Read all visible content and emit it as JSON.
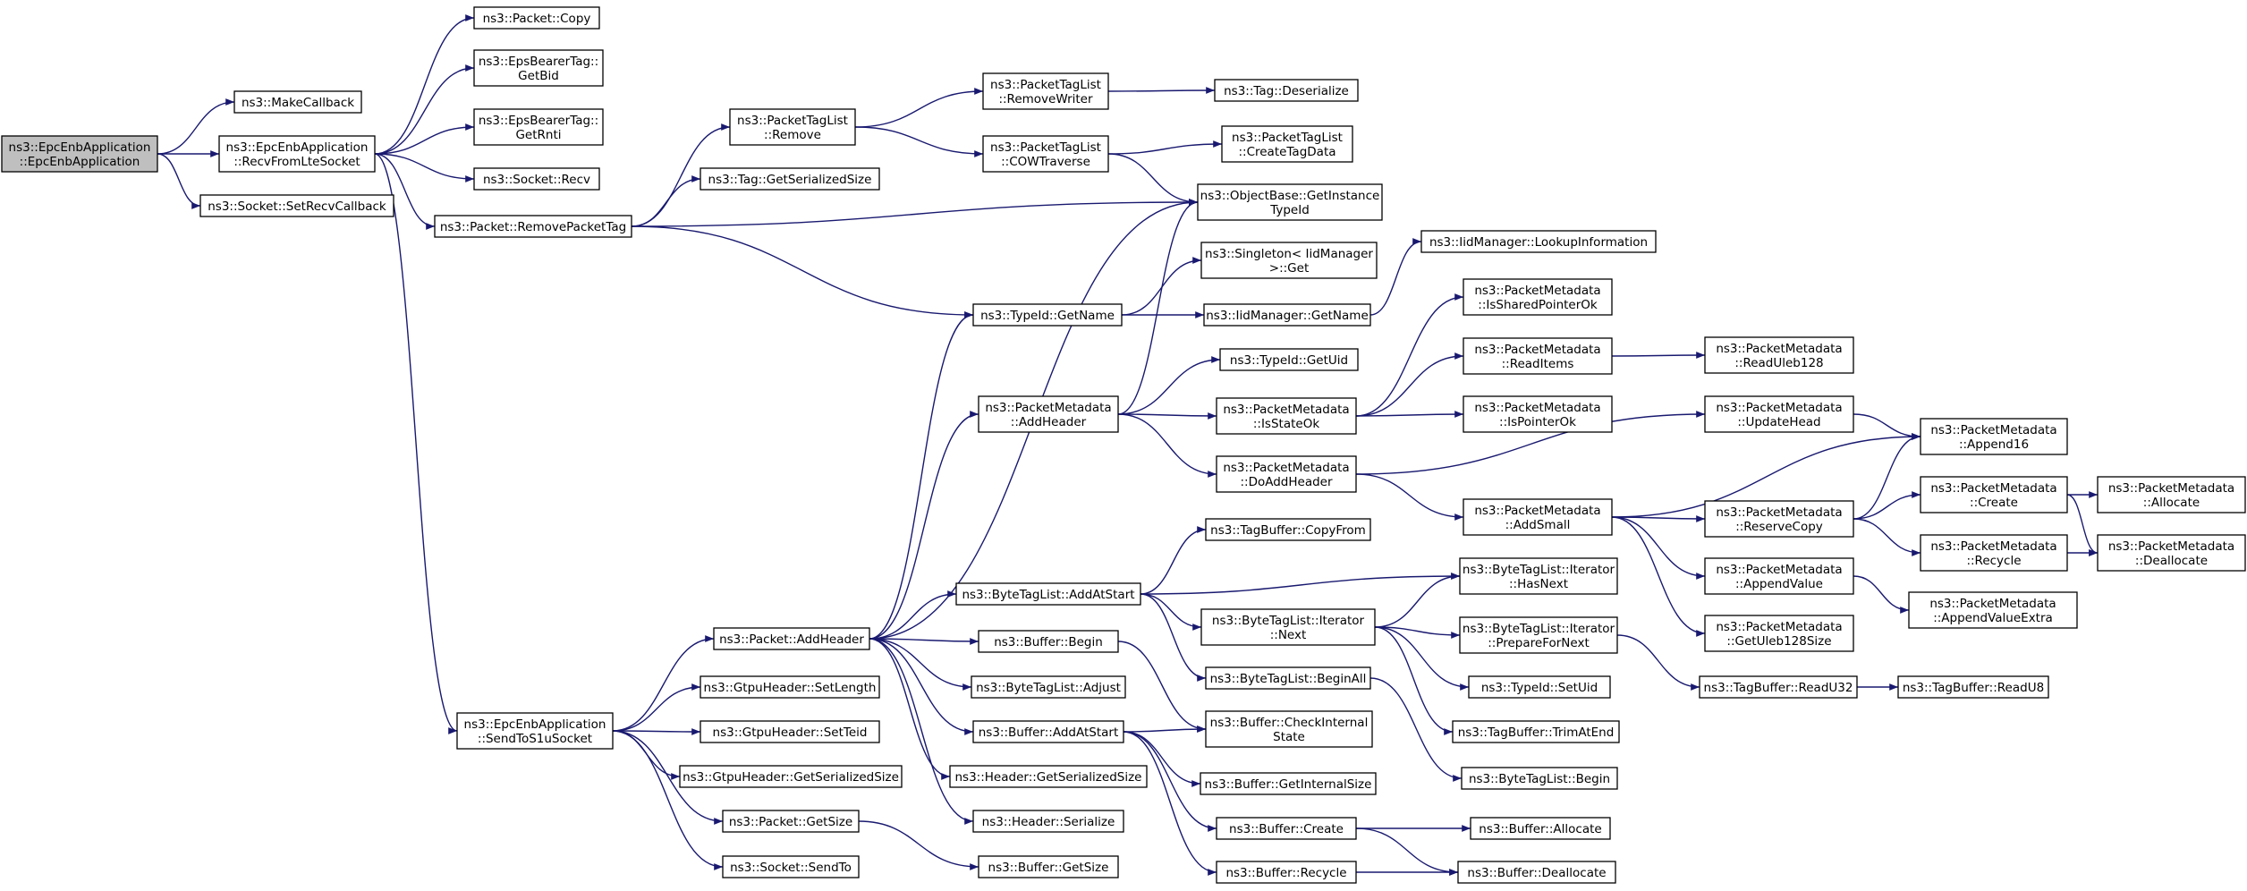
{
  "nodes": [
    {
      "id": "root",
      "lines": [
        "ns3::EpcEnbApplication",
        "::EpcEnbApplication"
      ],
      "root": true
    },
    {
      "id": "makecb",
      "lines": [
        "ns3::MakeCallback"
      ]
    },
    {
      "id": "recvlte",
      "lines": [
        "ns3::EpcEnbApplication",
        "::RecvFromLteSocket"
      ]
    },
    {
      "id": "setrecvcb",
      "lines": [
        "ns3::Socket::SetRecvCallback"
      ]
    },
    {
      "id": "pktcopy",
      "lines": [
        "ns3::Packet::Copy"
      ]
    },
    {
      "id": "getbid",
      "lines": [
        "ns3::EpsBearerTag::",
        "GetBid"
      ]
    },
    {
      "id": "getrnti",
      "lines": [
        "ns3::EpsBearerTag::",
        "GetRnti"
      ]
    },
    {
      "id": "sockrecv",
      "lines": [
        "ns3::Socket::Recv"
      ]
    },
    {
      "id": "removepkttag",
      "lines": [
        "ns3::Packet::RemovePacketTag"
      ]
    },
    {
      "id": "sends1u",
      "lines": [
        "ns3::EpcEnbApplication",
        "::SendToS1uSocket"
      ]
    },
    {
      "id": "ptlremove",
      "lines": [
        "ns3::PacketTagList",
        "::Remove"
      ]
    },
    {
      "id": "taggetser",
      "lines": [
        "ns3::Tag::GetSerializedSize"
      ]
    },
    {
      "id": "ptlremovewriter",
      "lines": [
        "ns3::PacketTagList",
        "::RemoveWriter"
      ]
    },
    {
      "id": "ptlcow",
      "lines": [
        "ns3::PacketTagList",
        "::COWTraverse"
      ]
    },
    {
      "id": "tagdeser",
      "lines": [
        "ns3::Tag::Deserialize"
      ]
    },
    {
      "id": "ptlcreate",
      "lines": [
        "ns3::PacketTagList",
        "::CreateTagData"
      ]
    },
    {
      "id": "objgetinst",
      "lines": [
        "ns3::ObjectBase::GetInstance",
        "TypeId"
      ]
    },
    {
      "id": "typeidgetname",
      "lines": [
        "ns3::TypeId::GetName"
      ]
    },
    {
      "id": "singleton",
      "lines": [
        "ns3::Singleton< IidManager",
        "  >::Get"
      ]
    },
    {
      "id": "iidgetname",
      "lines": [
        "ns3::IidManager::GetName"
      ]
    },
    {
      "id": "iidlookup",
      "lines": [
        "ns3::IidManager::LookupInformation"
      ]
    },
    {
      "id": "pmaddheader",
      "lines": [
        "ns3::PacketMetadata",
        "::AddHeader"
      ]
    },
    {
      "id": "typeidgetuid",
      "lines": [
        "ns3::TypeId::GetUid"
      ]
    },
    {
      "id": "pmisstateok",
      "lines": [
        "ns3::PacketMetadata",
        "::IsStateOk"
      ]
    },
    {
      "id": "pmdoadd",
      "lines": [
        "ns3::PacketMetadata",
        "::DoAddHeader"
      ]
    },
    {
      "id": "pmisshared",
      "lines": [
        "ns3::PacketMetadata",
        "::IsSharedPointerOk"
      ]
    },
    {
      "id": "pmreaditems",
      "lines": [
        "ns3::PacketMetadata",
        "::ReadItems"
      ]
    },
    {
      "id": "pmispointer",
      "lines": [
        "ns3::PacketMetadata",
        "::IsPointerOk"
      ]
    },
    {
      "id": "pmreaduleb",
      "lines": [
        "ns3::PacketMetadata",
        "::ReadUleb128"
      ]
    },
    {
      "id": "pmupdatehead",
      "lines": [
        "ns3::PacketMetadata",
        "::UpdateHead"
      ]
    },
    {
      "id": "pmappend16",
      "lines": [
        "ns3::PacketMetadata",
        "::Append16"
      ]
    },
    {
      "id": "pmaddsmall",
      "lines": [
        "ns3::PacketMetadata",
        "::AddSmall"
      ]
    },
    {
      "id": "pmreservecopy",
      "lines": [
        "ns3::PacketMetadata",
        "::ReserveCopy"
      ]
    },
    {
      "id": "pmcreate",
      "lines": [
        "ns3::PacketMetadata",
        "::Create"
      ]
    },
    {
      "id": "pmallocate",
      "lines": [
        "ns3::PacketMetadata",
        "::Allocate"
      ]
    },
    {
      "id": "pmrecycle",
      "lines": [
        "ns3::PacketMetadata",
        "::Recycle"
      ]
    },
    {
      "id": "pmdealloc",
      "lines": [
        "ns3::PacketMetadata",
        "::Deallocate"
      ]
    },
    {
      "id": "pmappendvalue",
      "lines": [
        "ns3::PacketMetadata",
        "::AppendValue"
      ]
    },
    {
      "id": "pmappendvalueextra",
      "lines": [
        "ns3::PacketMetadata",
        "::AppendValueExtra"
      ]
    },
    {
      "id": "pmgetuleb",
      "lines": [
        "ns3::PacketMetadata",
        "::GetUleb128Size"
      ]
    },
    {
      "id": "tbcopyfrom",
      "lines": [
        "ns3::TagBuffer::CopyFrom"
      ]
    },
    {
      "id": "btladdatstart",
      "lines": [
        "ns3::ByteTagList::AddAtStart"
      ]
    },
    {
      "id": "btlithasnext",
      "lines": [
        "ns3::ByteTagList::Iterator",
        "::HasNext"
      ]
    },
    {
      "id": "btlitnext",
      "lines": [
        "ns3::ByteTagList::Iterator",
        "::Next"
      ]
    },
    {
      "id": "btlitprepare",
      "lines": [
        "ns3::ByteTagList::Iterator",
        "::PrepareForNext"
      ]
    },
    {
      "id": "pktaddheader",
      "lines": [
        "ns3::Packet::AddHeader"
      ]
    },
    {
      "id": "bufbegin",
      "lines": [
        "ns3::Buffer::Begin"
      ]
    },
    {
      "id": "btlbeginall",
      "lines": [
        "ns3::ByteTagList::BeginAll"
      ]
    },
    {
      "id": "btladjust",
      "lines": [
        "ns3::ByteTagList::Adjust"
      ]
    },
    {
      "id": "typeidsetuid",
      "lines": [
        "ns3::TypeId::SetUid"
      ]
    },
    {
      "id": "tbreadu32",
      "lines": [
        "ns3::TagBuffer::ReadU32"
      ]
    },
    {
      "id": "tbreadu8",
      "lines": [
        "ns3::TagBuffer::ReadU8"
      ]
    },
    {
      "id": "gtpsetlen",
      "lines": [
        "ns3::GtpuHeader::SetLength"
      ]
    },
    {
      "id": "bufaddatstart",
      "lines": [
        "ns3::Buffer::AddAtStart"
      ]
    },
    {
      "id": "bufcheckint",
      "lines": [
        "ns3::Buffer::CheckInternal",
        "State"
      ]
    },
    {
      "id": "tbtrimatend",
      "lines": [
        "ns3::TagBuffer::TrimAtEnd"
      ]
    },
    {
      "id": "gtpsetteid",
      "lines": [
        "ns3::GtpuHeader::SetTeid"
      ]
    },
    {
      "id": "gtpgetser",
      "lines": [
        "ns3::GtpuHeader::GetSerializedSize"
      ]
    },
    {
      "id": "hdrgetser",
      "lines": [
        "ns3::Header::GetSerializedSize"
      ]
    },
    {
      "id": "bufgetint",
      "lines": [
        "ns3::Buffer::GetInternalSize"
      ]
    },
    {
      "id": "btlbegin",
      "lines": [
        "ns3::ByteTagList::Begin"
      ]
    },
    {
      "id": "pktgetsize",
      "lines": [
        "ns3::Packet::GetSize"
      ]
    },
    {
      "id": "hdrser",
      "lines": [
        "ns3::Header::Serialize"
      ]
    },
    {
      "id": "bufcreate",
      "lines": [
        "ns3::Buffer::Create"
      ]
    },
    {
      "id": "bufalloc",
      "lines": [
        "ns3::Buffer::Allocate"
      ]
    },
    {
      "id": "socksendto",
      "lines": [
        "ns3::Socket::SendTo"
      ]
    },
    {
      "id": "bufgetsize",
      "lines": [
        "ns3::Buffer::GetSize"
      ]
    },
    {
      "id": "bufrecycle",
      "lines": [
        "ns3::Buffer::Recycle"
      ]
    },
    {
      "id": "bufdealloc",
      "lines": [
        "ns3::Buffer::Deallocate"
      ]
    }
  ],
  "edges": [
    [
      "root",
      "makecb"
    ],
    [
      "root",
      "recvlte"
    ],
    [
      "root",
      "setrecvcb"
    ],
    [
      "recvlte",
      "pktcopy"
    ],
    [
      "recvlte",
      "getbid"
    ],
    [
      "recvlte",
      "getrnti"
    ],
    [
      "recvlte",
      "sockrecv"
    ],
    [
      "recvlte",
      "removepkttag"
    ],
    [
      "recvlte",
      "sends1u"
    ],
    [
      "removepkttag",
      "ptlremove"
    ],
    [
      "removepkttag",
      "taggetser"
    ],
    [
      "removepkttag",
      "objgetinst"
    ],
    [
      "removepkttag",
      "typeidgetname"
    ],
    [
      "ptlremove",
      "ptlremovewriter"
    ],
    [
      "ptlremove",
      "ptlcow"
    ],
    [
      "ptlremovewriter",
      "tagdeser"
    ],
    [
      "ptlcow",
      "ptlcreate"
    ],
    [
      "ptlcow",
      "objgetinst"
    ],
    [
      "typeidgetname",
      "singleton"
    ],
    [
      "typeidgetname",
      "iidgetname"
    ],
    [
      "iidgetname",
      "iidlookup"
    ],
    [
      "pmaddheader",
      "objgetinst"
    ],
    [
      "pmaddheader",
      "typeidgetuid"
    ],
    [
      "pmaddheader",
      "pmisstateok"
    ],
    [
      "pmaddheader",
      "pmdoadd"
    ],
    [
      "pmisstateok",
      "pmisshared"
    ],
    [
      "pmisstateok",
      "pmreaditems"
    ],
    [
      "pmisstateok",
      "pmispointer"
    ],
    [
      "pmreaditems",
      "pmreaduleb"
    ],
    [
      "pmdoadd",
      "pmupdatehead"
    ],
    [
      "pmdoadd",
      "pmaddsmall"
    ],
    [
      "pmupdatehead",
      "pmappend16"
    ],
    [
      "pmaddsmall",
      "pmappend16"
    ],
    [
      "pmaddsmall",
      "pmreservecopy"
    ],
    [
      "pmaddsmall",
      "pmappendvalue"
    ],
    [
      "pmaddsmall",
      "pmgetuleb"
    ],
    [
      "pmreservecopy",
      "pmappend16"
    ],
    [
      "pmreservecopy",
      "pmcreate"
    ],
    [
      "pmreservecopy",
      "pmrecycle"
    ],
    [
      "pmcreate",
      "pmallocate"
    ],
    [
      "pmcreate",
      "pmdealloc"
    ],
    [
      "pmrecycle",
      "pmdealloc"
    ],
    [
      "pmappendvalue",
      "pmappendvalueextra"
    ],
    [
      "pktaddheader",
      "objgetinst"
    ],
    [
      "pktaddheader",
      "typeidgetname"
    ],
    [
      "pktaddheader",
      "pmaddheader"
    ],
    [
      "pktaddheader",
      "btladdatstart"
    ],
    [
      "pktaddheader",
      "bufbegin"
    ],
    [
      "pktaddheader",
      "btladjust"
    ],
    [
      "pktaddheader",
      "bufaddatstart"
    ],
    [
      "pktaddheader",
      "hdrgetser"
    ],
    [
      "pktaddheader",
      "hdrser"
    ],
    [
      "btladdatstart",
      "tbcopyfrom"
    ],
    [
      "btladdatstart",
      "btlithasnext"
    ],
    [
      "btladdatstart",
      "btlitnext"
    ],
    [
      "btladdatstart",
      "btlbeginall"
    ],
    [
      "btlitnext",
      "btlithasnext"
    ],
    [
      "btlitnext",
      "btlitprepare"
    ],
    [
      "btlitnext",
      "typeidsetuid"
    ],
    [
      "btlitnext",
      "tbtrimatend"
    ],
    [
      "btlitprepare",
      "tbreadu32"
    ],
    [
      "tbreadu32",
      "tbreadu8"
    ],
    [
      "btlbeginall",
      "btlbegin"
    ],
    [
      "bufbegin",
      "bufcheckint"
    ],
    [
      "bufaddatstart",
      "bufcheckint"
    ],
    [
      "bufaddatstart",
      "bufgetint"
    ],
    [
      "bufaddatstart",
      "bufcreate"
    ],
    [
      "bufaddatstart",
      "bufrecycle"
    ],
    [
      "bufcreate",
      "bufalloc"
    ],
    [
      "bufcreate",
      "bufdealloc"
    ],
    [
      "bufrecycle",
      "bufdealloc"
    ],
    [
      "sends1u",
      "pktaddheader"
    ],
    [
      "sends1u",
      "gtpsetlen"
    ],
    [
      "sends1u",
      "gtpsetteid"
    ],
    [
      "sends1u",
      "gtpgetser"
    ],
    [
      "sends1u",
      "pktgetsize"
    ],
    [
      "sends1u",
      "socksendto"
    ],
    [
      "pktgetsize",
      "bufgetsize"
    ]
  ]
}
